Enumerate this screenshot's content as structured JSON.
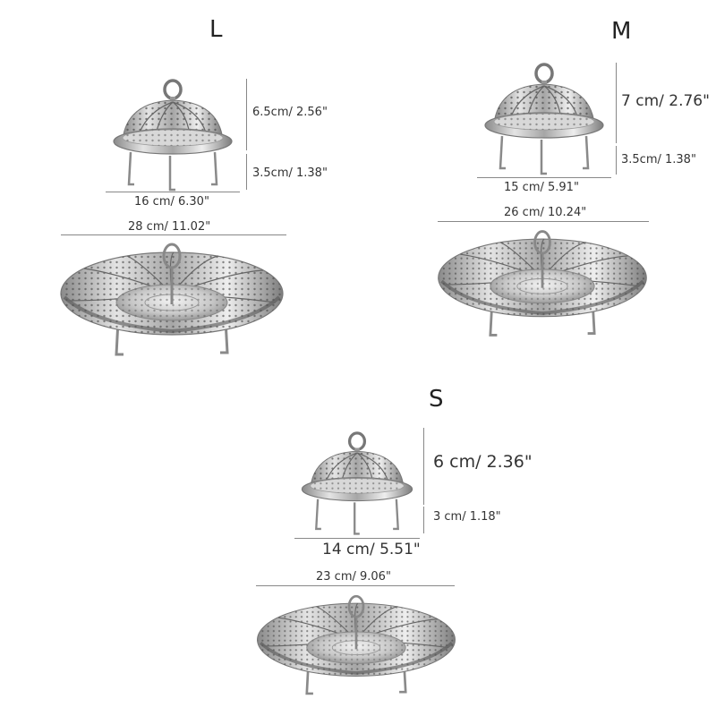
{
  "variants": {
    "L": {
      "label": "L",
      "dome_height": "6.5cm/ 2.56\"",
      "leg_height": "3.5cm/ 1.38\"",
      "folded_diameter": "16 cm/ 6.30\"",
      "open_diameter": "28 cm/ 11.02\""
    },
    "M": {
      "label": "M",
      "dome_height": "7 cm/ 2.76\"",
      "leg_height": "3.5cm/ 1.38\"",
      "folded_diameter": "15 cm/ 5.91\"",
      "open_diameter": "26 cm/ 10.24\""
    },
    "S": {
      "label": "S",
      "dome_height": "6 cm/ 2.36\"",
      "leg_height": "3 cm/ 1.18\"",
      "folded_diameter": "14 cm/ 5.51\"",
      "open_diameter": "23 cm/ 9.06\""
    }
  },
  "colors": {
    "steel_light": "#e6e6e6",
    "steel_mid": "#b9b9b9",
    "steel_dark": "#7a7a7a",
    "hole": "#4a4a4a",
    "line": "#888888"
  }
}
